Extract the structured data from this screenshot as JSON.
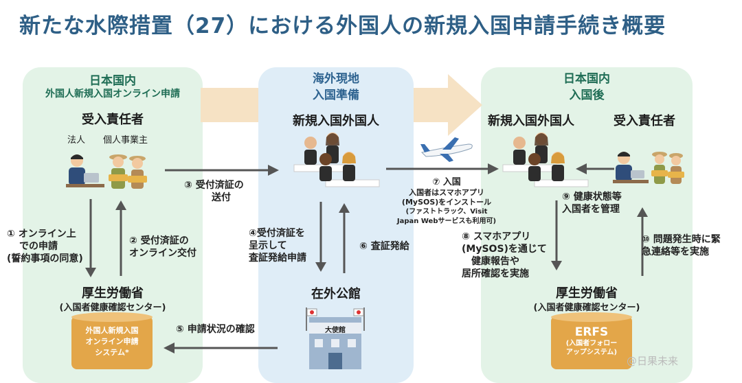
{
  "title": "新たな水際措置（27）における外国人の新規入国申請手続き概要",
  "left_panel": {
    "heading1": "日本国内",
    "heading2": "外国人新規入国オンライン申請",
    "role": "受入責任者",
    "sub1": "法人",
    "sub2": "個人事業主",
    "ministry": "厚生労働省",
    "center": "(入国者健康確認センター)",
    "db_line1": "外国人新規入国",
    "db_line2": "オンライン申請",
    "db_line3": "システム*"
  },
  "mid_panel": {
    "heading1": "海外現地",
    "heading2": "入国準備",
    "role": "新規入国外国人",
    "embassy": "在外公館",
    "embassy_sign": "大使館"
  },
  "right_panel": {
    "heading1": "日本国内",
    "heading2": "入国後",
    "role1": "新規入国外国人",
    "role2": "受入責任者",
    "ministry": "厚生労働省",
    "center": "(入国者健康確認センター)",
    "db_line1": "ERFS",
    "db_line2": "(入国者フォロー",
    "db_line3": "アップシステム)"
  },
  "steps": {
    "s1_l1": "① オンライン上",
    "s1_l2": "での申請",
    "s1_l3": "(誓約事項の同意)",
    "s2_l1": "② 受付済証の",
    "s2_l2": "オンライン交付",
    "s3_l1": "③ 受付済証の",
    "s3_l2": "送付",
    "s4_l1": "④受付済証を",
    "s4_l2": "呈示して",
    "s4_l3": "査証発給申請",
    "s5": "⑤ 申請状況の確認",
    "s6": "⑥ 査証発給",
    "s7_l1": "⑦ 入国",
    "s7_l2": "入国者はスマホアプリ",
    "s7_l3": "(MySOS)をインストール",
    "s7_l4": "(ファストトラック、Visit",
    "s7_l5": "Japan Webサービスも利用可)",
    "s8_l1": "⑧ スマホアプリ",
    "s8_l2": "(MySOS)を通じて",
    "s8_l3": "健康報告や",
    "s8_l4": "居所確認を実施",
    "s9_l1": "⑨ 健康状態等",
    "s9_l2": "入国者を管理",
    "s10_l1": "⑩ 問題発生時に緊",
    "s10_l2": "急連絡等を実施"
  },
  "watermark": "@日果未来",
  "colors": {
    "title": "#2e5f86",
    "panel_green": "#e3f3e7",
    "panel_blue": "#dfedf7",
    "band_arrow": "#f6e2c4",
    "database": "#e3a649",
    "arrow": "#555555"
  }
}
